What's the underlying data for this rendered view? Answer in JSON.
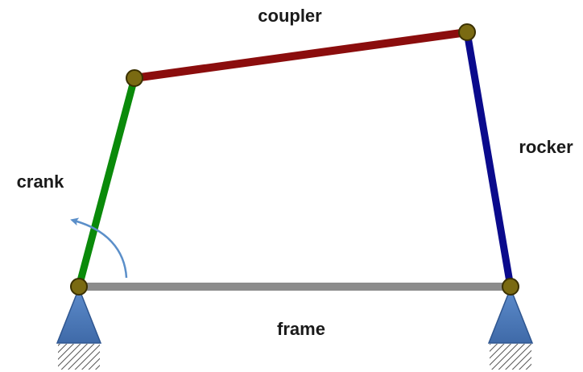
{
  "labels": {
    "coupler": "coupler",
    "rocker": "rocker",
    "crank": "crank",
    "frame": "frame"
  },
  "colors": {
    "crank": "#0a8a0a",
    "coupler": "#8b0d0d",
    "rocker": "#0a0a8c",
    "frame": "#8c8c8c",
    "joint_fill": "#7a6a12",
    "joint_stroke": "#3a3000",
    "arrow": "#5b8fc9",
    "support": "#4a78b8",
    "hatch": "#555555"
  }
}
